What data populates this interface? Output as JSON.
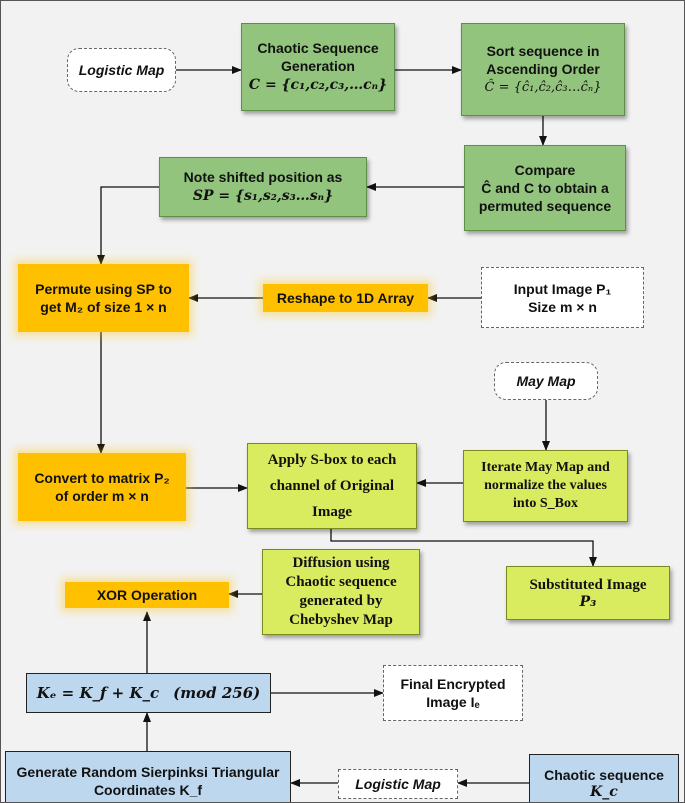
{
  "nodes": {
    "logistic_map_top": "Logistic Map",
    "chaotic_gen": {
      "line1": "Chaotic Sequence",
      "line2": "Generation",
      "formula": "C = {c₁,c₂,c₃,…cₙ}"
    },
    "sort": {
      "line1": "Sort sequence in",
      "line2": "Ascending Order",
      "formula": "Ĉ = {ĉ₁,ĉ₂,ĉ₃…ĉₙ}"
    },
    "compare": {
      "line1": "Compare",
      "line2": "Ĉ and C to obtain a",
      "line3": "permuted sequence"
    },
    "note_shifted": {
      "line1": "Note shifted position as",
      "formula": "SP = {s₁,s₂,s₃…sₙ}"
    },
    "permute": {
      "line1": "Permute using SP to",
      "line2": "get M₂ of size 1 × n"
    },
    "reshape": "Reshape to 1D Array",
    "input_image": {
      "line1": "Input Image P₁",
      "line2": "Size m × n"
    },
    "may_map": "May Map",
    "convert": {
      "line1": "Convert to matrix P₂",
      "line2": "of order m × n"
    },
    "sbox": {
      "line1": "Apply S-box to each",
      "line2": "channel of Original",
      "line3": "Image"
    },
    "iterate": {
      "line1": "Iterate May Map and",
      "line2": "normalize the values",
      "line3": "into S_Box"
    },
    "substituted": {
      "line1": "Substituted Image",
      "line2": "P₃"
    },
    "diffusion": {
      "line1": "Diffusion using",
      "line2": "Chaotic sequence",
      "line3": "generated by",
      "line4": "Chebyshev Map"
    },
    "xor": "XOR Operation",
    "key": {
      "formula": "Kₑ = K_f + K_c",
      "mod": "(mod 256)"
    },
    "final": {
      "line1": "Final Encrypted",
      "line2": "Image Iₑ"
    },
    "generate": {
      "line1": "Generate Random Sierpinksi Triangular",
      "line2": "Coordinates K_f"
    },
    "logistic_map_bottom": "Logistic Map",
    "chaotic_seq": {
      "line1": "Chaotic sequence",
      "line2": "K_c"
    }
  },
  "colors": {
    "green": "#92c47d",
    "orange": "#ffc000",
    "lime": "#d9ec5f",
    "blue": "#bdd7ee"
  }
}
